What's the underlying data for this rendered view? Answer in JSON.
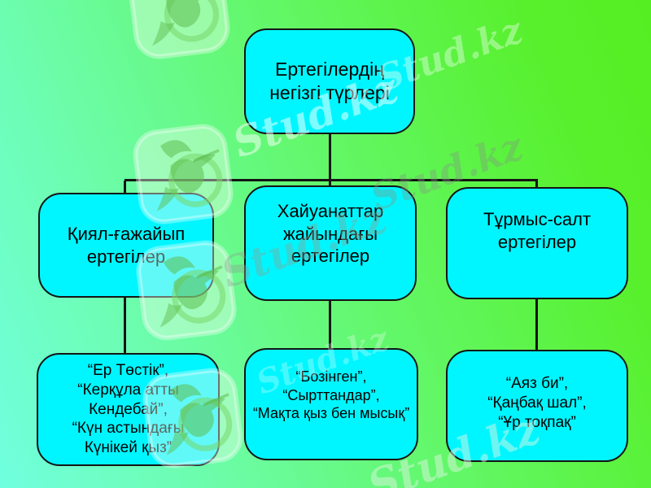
{
  "slide_title": "Ертегілердің негізгі түрлері",
  "watermark": {
    "text": "Stud.kz",
    "logo": "stud-kz-hummingbird-logo"
  },
  "colors": {
    "box_fill": "#00f6ff",
    "box_border": "#141414",
    "connector": "#141414",
    "background_from": "#70ffdf",
    "background_to": "#55ee22",
    "text": "#000000"
  },
  "diagram": {
    "type": "tree",
    "root": {
      "text": "Ертегілердің\nнегізгі түрлері"
    },
    "level1": [
      {
        "text": "Қиял-ғажайып\nертегілер"
      },
      {
        "text": "Хайуанаттар\nжайындағы\nертегілер"
      },
      {
        "text": "Тұрмыс-салт\nертегілер"
      }
    ],
    "level2": [
      {
        "text": "“Ер Төстік”,\n“Керқұла атты\nКендебай”,\n“Күн астындағы\nКүнікей қыз”"
      },
      {
        "text": "“Бозінген”,\n“Сырттандар”,\n“Мақта қыз бен мысық”"
      },
      {
        "text": "“Аяз би”,\n“Қаңбақ шал”,\n“Ұр тоқпақ”"
      }
    ]
  }
}
